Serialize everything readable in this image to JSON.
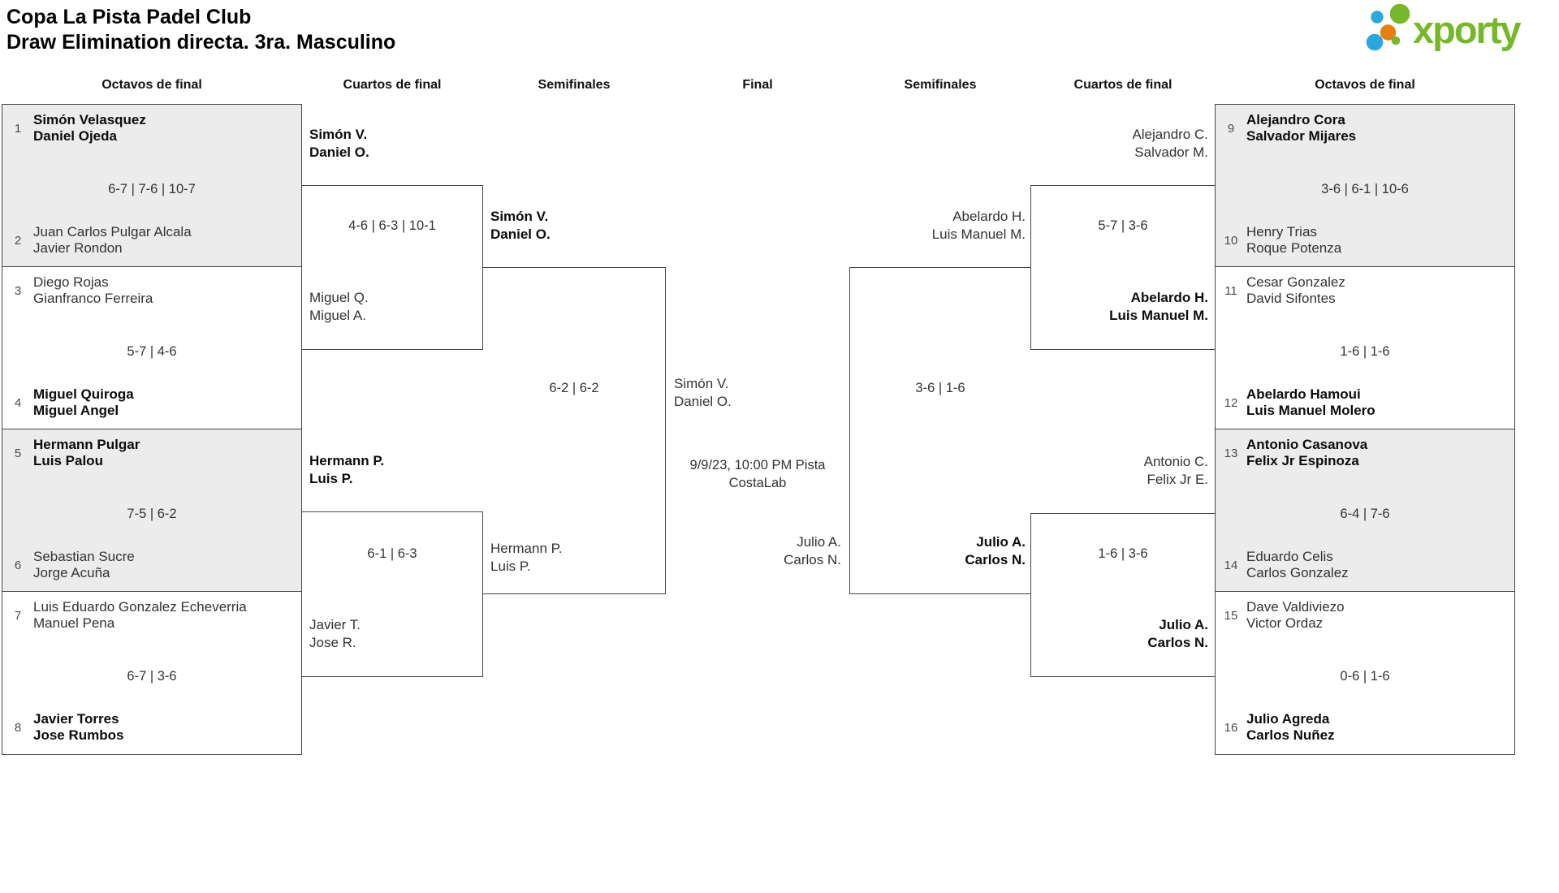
{
  "title": {
    "line1": "Copa La Pista Padel Club",
    "line2": "Draw Elimination directa. 3ra. Masculino"
  },
  "logo": {
    "text": "xporty"
  },
  "colors": {
    "line": "#454545",
    "shade": "#ececec",
    "logo_green": "#76b82a",
    "logo_blue": "#29a8e0",
    "logo_orange": "#e87e0e"
  },
  "round_headers": [
    "Octavos de final",
    "Cuartos de final",
    "Semifinales",
    "Final",
    "Semifinales",
    "Cuartos de final",
    "Octavos de final"
  ],
  "octavos_left": [
    {
      "seed_a": "1",
      "a1": "Simón Velasquez",
      "a2": "Daniel Ojeda",
      "score": "6-7 | 7-6 | 10-7",
      "seed_b": "2",
      "b1": "Juan Carlos Pulgar Alcala",
      "b2": "Javier Rondon"
    },
    {
      "seed_a": "3",
      "a1": "Diego Rojas",
      "a2": "Gianfranco Ferreira",
      "score": "5-7 | 4-6",
      "seed_b": "4",
      "b1": "Miguel Quiroga",
      "b2": "Miguel Angel"
    },
    {
      "seed_a": "5",
      "a1": "Hermann Pulgar",
      "a2": "Luis Palou",
      "score": "7-5 | 6-2",
      "seed_b": "6",
      "b1": "Sebastian Sucre",
      "b2": "Jorge Acuña"
    },
    {
      "seed_a": "7",
      "a1": "Luis Eduardo Gonzalez Echeverria",
      "a2": "Manuel Pena",
      "score": "6-7 | 3-6",
      "seed_b": "8",
      "b1": "Javier Torres",
      "b2": "Jose Rumbos"
    }
  ],
  "octavos_right": [
    {
      "seed_a": "9",
      "a1": "Alejandro Cora",
      "a2": "Salvador Mijares",
      "score": "3-6 | 6-1 | 10-6",
      "seed_b": "10",
      "b1": "Henry Trias",
      "b2": "Roque Potenza"
    },
    {
      "seed_a": "11",
      "a1": "Cesar Gonzalez",
      "a2": "David Sifontes",
      "score": "1-6 | 1-6",
      "seed_b": "12",
      "b1": "Abelardo Hamoui",
      "b2": "Luis Manuel Molero"
    },
    {
      "seed_a": "13",
      "a1": "Antonio Casanova",
      "a2": "Felix Jr Espinoza",
      "score": "6-4 | 7-6",
      "seed_b": "14",
      "b1": "Eduardo Celis",
      "b2": "Carlos Gonzalez"
    },
    {
      "seed_a": "15",
      "a1": "Dave Valdiviezo",
      "a2": "Victor Ordaz",
      "score": "0-6 | 1-6",
      "seed_b": "16",
      "b1": "Julio Agreda",
      "b2": "Carlos Nuñez"
    }
  ],
  "cuartos_left": [
    {
      "top1": "Simón V.",
      "top2": "Daniel O.",
      "score": "4-6 | 6-3 | 10-1",
      "bottom1": "Miguel Q.",
      "bottom2": "Miguel A."
    },
    {
      "top1": "Hermann P.",
      "top2": "Luis P.",
      "score": "6-1 | 6-3",
      "bottom1": "Javier T.",
      "bottom2": "Jose R."
    }
  ],
  "cuartos_right": [
    {
      "top1": "Alejandro C.",
      "top2": "Salvador M.",
      "score": "5-7 | 3-6",
      "bottom1": "Abelardo H.",
      "bottom2": "Luis Manuel M."
    },
    {
      "top1": "Antonio C.",
      "top2": "Felix Jr E.",
      "score": "1-6 | 3-6",
      "bottom1": "Julio A.",
      "bottom2": "Carlos N."
    }
  ],
  "semifinal_left": {
    "top1": "Simón V.",
    "top2": "Daniel O.",
    "score": "6-2 | 6-2",
    "bottom1": "Hermann P.",
    "bottom2": "Luis P."
  },
  "semifinal_right": {
    "top1": "Abelardo H.",
    "top2": "Luis Manuel M.",
    "score": "3-6 | 1-6",
    "bottom1": "Julio A.",
    "bottom2": "Carlos N."
  },
  "final": {
    "top1": "Simón V.",
    "top2": "Daniel O.",
    "schedule1": "9/9/23, 10:00 PM Pista",
    "schedule2": "CostaLab",
    "bottom1": "Julio A.",
    "bottom2": "Carlos N."
  }
}
